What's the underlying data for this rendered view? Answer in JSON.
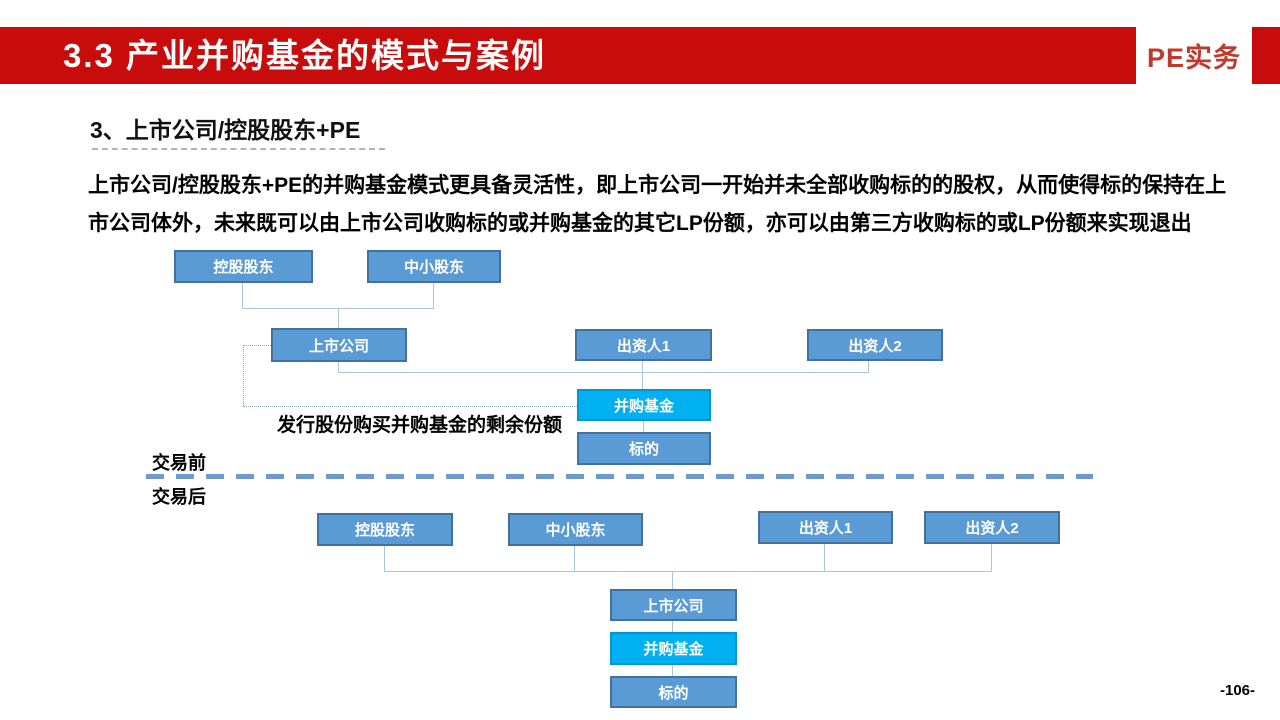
{
  "colors": {
    "header_red": "#C80B0B",
    "logo_red": "#C0392B",
    "node_fill": "#5B9BD5",
    "node_border": "#41719C",
    "highlight_fill": "#00B0F0",
    "highlight_border": "#0095D8",
    "connector": "#A9C7E5",
    "divider": "#6D9BC9"
  },
  "slide": {
    "title": "3.3 产业并购基金的模式与案例",
    "logo_text": "PE实务",
    "subtitle": "3、上市公司/控股股东+PE",
    "body_lines": [
      "上市公司/控股股东+PE的并购基金模式更具备灵活性，即上市公司一开始并未全部收购标的的股权，从而使得标的保持在上",
      "市公司体外，未来既可以由上市公司收购标的或并购基金的其它LP份额，亦可以由第三方收购标的或LP份额来实现退出"
    ],
    "page_number": "-106-"
  },
  "diagram": {
    "annotation": "发行股份购买并购基金的剩余份额",
    "phase_before": "交易前",
    "phase_after": "交易后",
    "before": {
      "nodes": [
        {
          "label": "控股股东"
        },
        {
          "label": "中小股东"
        },
        {
          "label": "上市公司"
        },
        {
          "label": "出资人1"
        },
        {
          "label": "出资人2"
        },
        {
          "label": "并购基金",
          "highlight": true
        },
        {
          "label": "标的"
        }
      ]
    },
    "after": {
      "nodes": [
        {
          "label": "控股股东"
        },
        {
          "label": "中小股东"
        },
        {
          "label": "出资人1"
        },
        {
          "label": "出资人2"
        },
        {
          "label": "上市公司"
        },
        {
          "label": "并购基金",
          "highlight": true
        },
        {
          "label": "标的"
        }
      ]
    }
  }
}
